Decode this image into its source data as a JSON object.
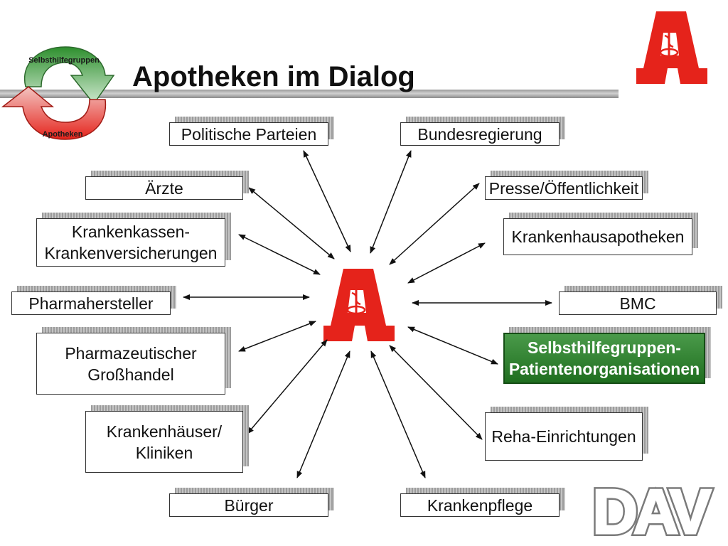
{
  "title": "Apotheken im Dialog",
  "logo_cycle": {
    "top_text": "Selbsthilfegruppen",
    "bottom_text": "Apotheken"
  },
  "logo_dav": "DAV",
  "nodes": [
    {
      "id": "politische-parteien",
      "text": "Politische Parteien",
      "highlight": false
    },
    {
      "id": "bundesregierung",
      "text": "Bundesregierung",
      "highlight": false
    },
    {
      "id": "aerzte",
      "text": "Ärzte",
      "highlight": false
    },
    {
      "id": "presse",
      "text": "Presse/Öffentlichkeit",
      "highlight": false
    },
    {
      "id": "krankenkassen",
      "text": "Krankenkassen-\nKrankenversicherungen",
      "highlight": false
    },
    {
      "id": "krankenhausapotheken",
      "text": "Krankenhausapotheken",
      "highlight": false
    },
    {
      "id": "pharmahersteller",
      "text": "Pharmahersteller",
      "highlight": false
    },
    {
      "id": "bmc",
      "text": "BMC",
      "highlight": false
    },
    {
      "id": "pharma-grosshandel",
      "text": "Pharmazeutischer\nGroßhandel",
      "highlight": false
    },
    {
      "id": "selbsthilfegruppen",
      "text": "Selbsthilfegruppen-\nPatientenorganisationen",
      "highlight": true
    },
    {
      "id": "krankenhaeuser",
      "text": "Krankenhäuser/\nKliniken",
      "highlight": false
    },
    {
      "id": "reha",
      "text": "Reha-Einrichtungen",
      "highlight": false
    },
    {
      "id": "buerger",
      "text": "Bürger",
      "highlight": false
    },
    {
      "id": "krankenpflege",
      "text": "Krankenpflege",
      "highlight": false
    }
  ],
  "colors": {
    "apotheke_red": "#e5231b",
    "dav_gray": "#8a8a8a",
    "highlight_green": "#1f6e1f",
    "cycle_green": "#3aa63a",
    "cycle_red": "#e5231b"
  }
}
